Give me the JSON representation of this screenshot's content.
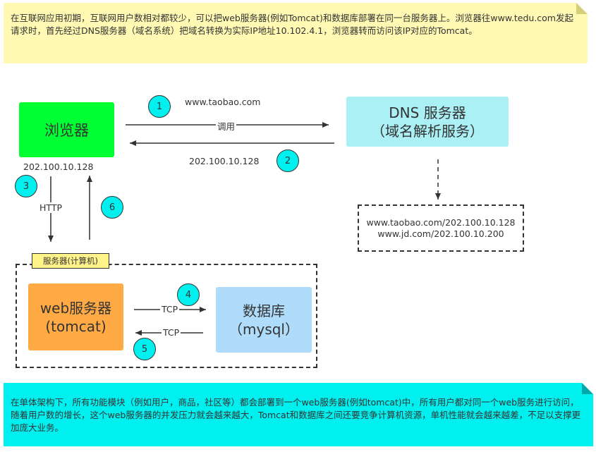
{
  "notes": {
    "top": "在互联网应用初期，互联网用户数相对都较少，可以把web服务器(例如Tomcat)和数据库部署在同一台服务器上。浏览器往www.tedu.com发起请求时，首先经过DNS服务器（域名系统）把域名转换为实际IP地址10.102.4.1，浏览器转而访问该IP对应的Tomcat。",
    "bottom": "在单体架构下，所有功能模块（例如用户，商品，社区等）都会部署到一个web服务器(例如tomcat)中，所有用户都对同一个web服务进行访问，随着用户数的增长，这个web服务器的并发压力就会越来越大，Tomcat和数据库之间还要竞争计算机资源，单机性能就会越来越差，不足以支撑更加庞大业务。"
  },
  "nodes": {
    "browser": {
      "label": "浏览器",
      "ip": "202.100.10.128"
    },
    "dns": {
      "line1": "DNS 服务器",
      "line2": "（域名解析服务）"
    },
    "web": {
      "line1": "web服务器",
      "line2": "(tomcat)"
    },
    "db": {
      "line1": "数据库",
      "line2": "（mysql）"
    },
    "server_group": {
      "label": "服务器(计算机)"
    },
    "mapping": {
      "line1": "www.taobao.com/202.100.10.128",
      "line2": "www.jd.com/202.100.10.200"
    }
  },
  "edges": {
    "request_domain": "www.taobao.com",
    "call": "调用",
    "resolved_ip": "202.100.10.128",
    "http": "HTTP",
    "tcp_out": "TCP",
    "tcp_back": "TCP"
  },
  "steps": [
    "1",
    "2",
    "3",
    "4",
    "5",
    "6"
  ],
  "colors": {
    "note_top": "#fff9b3",
    "note_bottom": "#00f0f0",
    "browser": "#00ff33",
    "dns": "#aaf0f5",
    "web": "#ffaa44",
    "db": "#b0dcfb",
    "step_circle": "#00f0f0",
    "server_label": "#fff38a"
  }
}
